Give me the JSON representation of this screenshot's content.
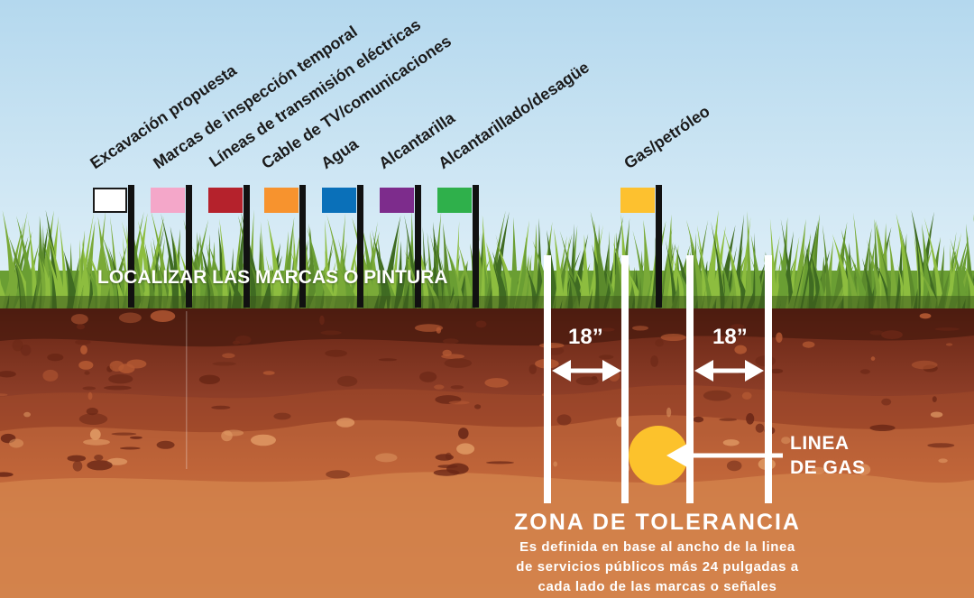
{
  "flags": [
    {
      "label": "Excavación propuesta",
      "color": "#ffffff"
    },
    {
      "label": "Marcas de inspección temporal",
      "color": "#f4a7c9"
    },
    {
      "label": "Líneas de transmisión eléctricas",
      "color": "#b5222c"
    },
    {
      "label": "Cable de TV/comunicaciones",
      "color": "#f7932e"
    },
    {
      "label": "Agua",
      "color": "#0a70b9"
    },
    {
      "label": "Alcantarilla",
      "color": "#7d2c8c"
    },
    {
      "label": "Alcantarillado/desagüe",
      "color": "#2fb04b"
    },
    {
      "label": "Gas/petróleo",
      "color": "#fdc12f"
    }
  ],
  "locate_text": "LOCALIZAR LAS MARCAS O PINTURA",
  "tolerance_zone": {
    "left_clearance": "18”",
    "right_clearance": "18”",
    "gas_line_label": [
      "LINEA",
      "DE GAS"
    ],
    "title": "ZONA DE TOLERANCIA",
    "description": [
      "Es definida en base al ancho de la linea",
      "de servicios públicos más 24 pulgadas a",
      "cada lado de las marcas o señales"
    ]
  },
  "colors": {
    "sky_top": "#b4d8ee",
    "sky_bottom": "#e2f1f8",
    "grass_light": "#8dbd3f",
    "grass_mid": "#6a9e33",
    "grass_dark": "#3f6b22",
    "soil_top": "#4f1e11",
    "soil_mid": "#93412a",
    "soil_bottom": "#d3834c",
    "gas_line": "#fcc22c",
    "marking": "#ffffff"
  }
}
